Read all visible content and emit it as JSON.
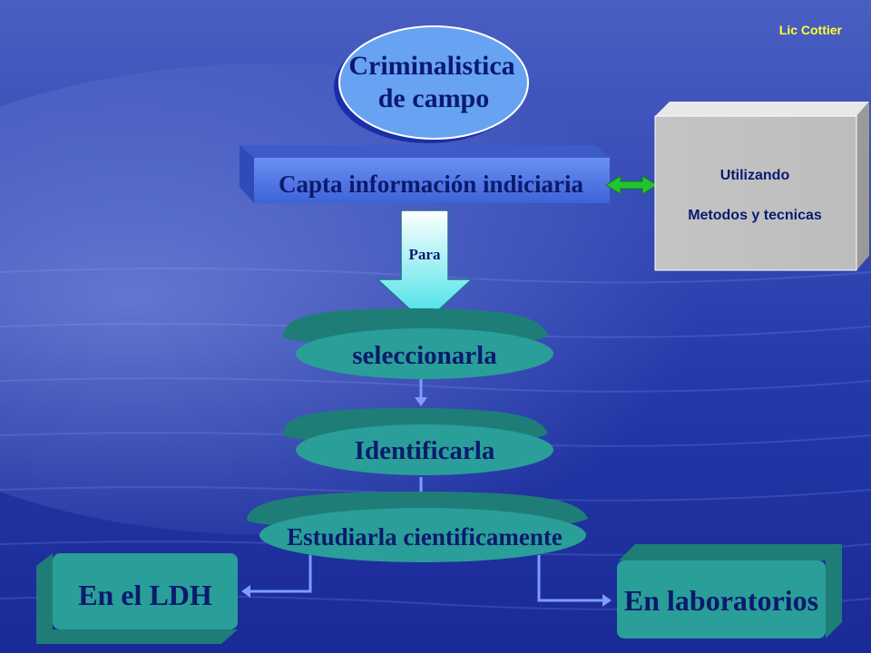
{
  "author": "Lic  Cottier",
  "root": {
    "line1": "Criminalistica",
    "line2": "de campo"
  },
  "capture": "Capta información  indiciaria",
  "side_box": {
    "line1": "Utilizando",
    "line2": "Metodos y tecnicas"
  },
  "arrow_label": "Para",
  "steps": [
    "seleccionarla",
    "Identificarla",
    "Estudiarla cientificamente"
  ],
  "outcomes": {
    "left": "En el LDH",
    "right": "En laboratorios"
  },
  "colors": {
    "teal": "#2a9e98",
    "teal_dark": "#1f7d78",
    "title_text": "#0b1a6e",
    "author_text": "#ffff33",
    "connector": "#7e9cff",
    "double_arrow": "#22c431"
  }
}
